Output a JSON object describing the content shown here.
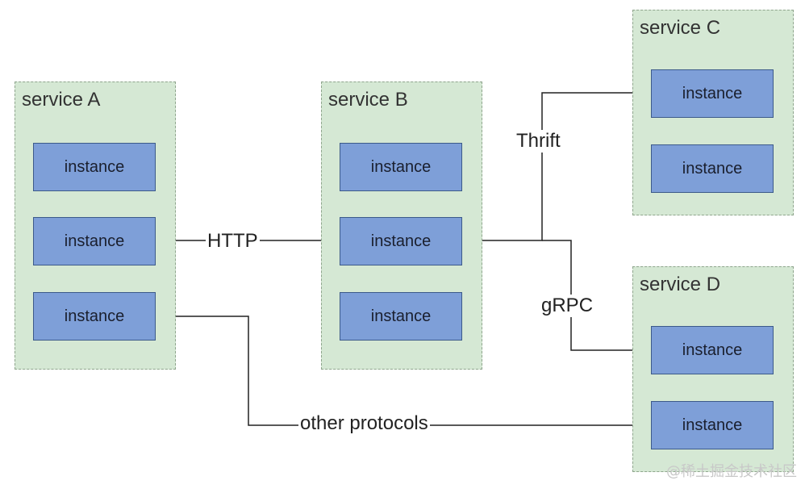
{
  "colors": {
    "service_fill": "#d5e8d4",
    "service_border": "#8fa58d",
    "instance_fill": "#7e9fd8",
    "instance_border": "#3c5a8a",
    "edge": "#222222"
  },
  "services": [
    {
      "title": "service A",
      "instances": [
        "instance",
        "instance",
        "instance"
      ]
    },
    {
      "title": "service B",
      "instances": [
        "instance",
        "instance",
        "instance"
      ]
    },
    {
      "title": "service C",
      "instances": [
        "instance",
        "instance"
      ]
    },
    {
      "title": "service D",
      "instances": [
        "instance",
        "instance"
      ]
    }
  ],
  "edges": [
    {
      "label": "HTTP",
      "from": "service A instance 2",
      "to": "service B instance 2"
    },
    {
      "label": "Thrift",
      "from": "service B instance 2",
      "to": "service C instance 1"
    },
    {
      "label": "gRPC",
      "from": "service B instance 2",
      "to": "service D instance 1"
    },
    {
      "label": "other protocols",
      "from": "service A instance 3",
      "to": "service D instance 2"
    }
  ],
  "watermark": "@稀土掘金技术社区"
}
